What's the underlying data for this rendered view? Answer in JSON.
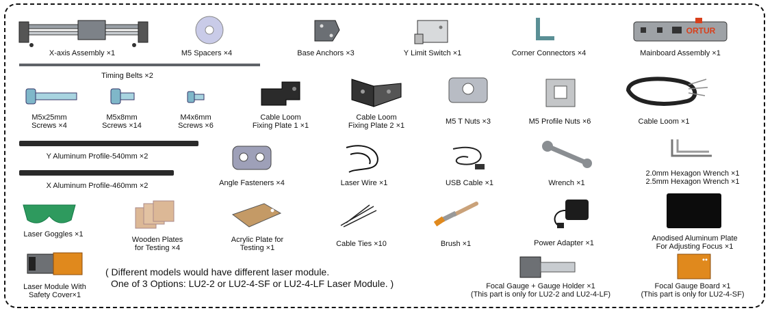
{
  "items": {
    "x_axis": "X-axis Assembly ×1",
    "m5_spacers": "M5 Spacers ×4",
    "base_anchors": "Base Anchors ×3",
    "y_limit": "Y Limit Switch ×1",
    "corner": "Corner Connectors ×4",
    "mainboard": "Mainboard Assembly ×1",
    "timing_belts": "Timing Belts ×2",
    "m5x25": [
      "M5x25mm",
      "Screws ×4"
    ],
    "m5x8": [
      "M5x8mm",
      "Screws ×14"
    ],
    "m4x6": [
      "M4x6mm",
      "Screws ×6"
    ],
    "loom_plate1": [
      "Cable Loom",
      "Fixing Plate 1 ×1"
    ],
    "loom_plate2": [
      "Cable Loom",
      "Fixing Plate 2 ×1"
    ],
    "t_nuts": "M5 T Nuts ×3",
    "profile_nuts": "M5 Profile Nuts ×6",
    "cable_loom": "Cable Loom ×1",
    "y_profile": "Y Aluminum Profile-540mm ×2",
    "x_profile": "X Aluminum Profile-460mm ×2",
    "angle_fasteners": "Angle Fasteners ×4",
    "laser_wire": "Laser Wire ×1",
    "usb_cable": "USB Cable ×1",
    "wrench": "Wrench ×1",
    "hex_wrench": [
      "2.0mm Hexagon Wrench ×1",
      "2.5mm Hexagon Wrench ×1"
    ],
    "goggles": "Laser Goggles ×1",
    "wooden": [
      "Wooden Plates",
      "for Testing ×4"
    ],
    "acrylic": [
      "Acrylic Plate for",
      "Testing ×1"
    ],
    "cable_ties": "Cable Ties ×10",
    "brush": "Brush ×1",
    "power_adapter": "Power Adapter ×1",
    "anodised": [
      "Anodised Aluminum Plate",
      "For Adjusting Focus ×1"
    ],
    "laser_module": [
      "Laser Module With",
      "Safety Cover×1"
    ],
    "focal_gauge": [
      "Focal Gauge + Gauge Holder ×1",
      "(This part is only for LU2-2 and LU2-4-LF)"
    ],
    "gauge_board": [
      "Focal Gauge Board ×1",
      "(This part is only for LU2-4-SF)"
    ]
  },
  "mainboard_brand": "ORTUR",
  "note": [
    "( Different models would have different laser module.",
    "One of 3 Options: LU2-2 or LU2-4-SF or LU2-4-LF Laser Module. )"
  ],
  "colors": {
    "goggles": "#2e9a5e",
    "gauge_board": "#e0891d",
    "laser_module": "#e0891d",
    "wood": "#dcb896",
    "acrylic": "#c49a66",
    "brand": "#d8401c"
  }
}
